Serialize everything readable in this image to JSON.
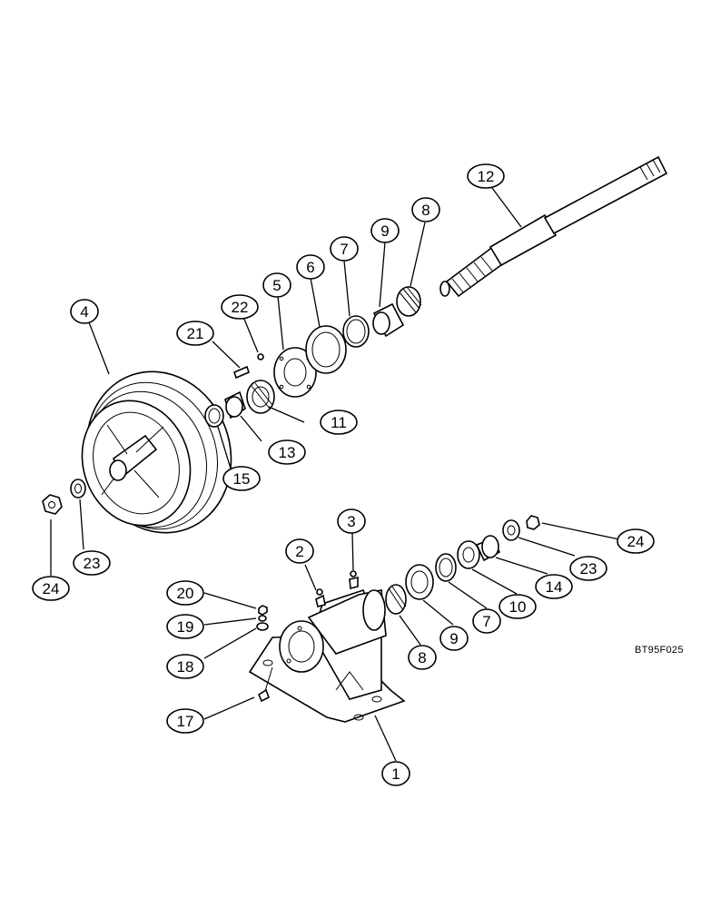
{
  "drawing_code": "BT95F025",
  "callouts": [
    "1",
    "2",
    "3",
    "4",
    "5",
    "6",
    "7",
    "7",
    "8",
    "8",
    "9",
    "9",
    "10",
    "11",
    "12",
    "13",
    "14",
    "15",
    "17",
    "18",
    "19",
    "20",
    "21",
    "22",
    "23",
    "23",
    "24",
    "24"
  ]
}
